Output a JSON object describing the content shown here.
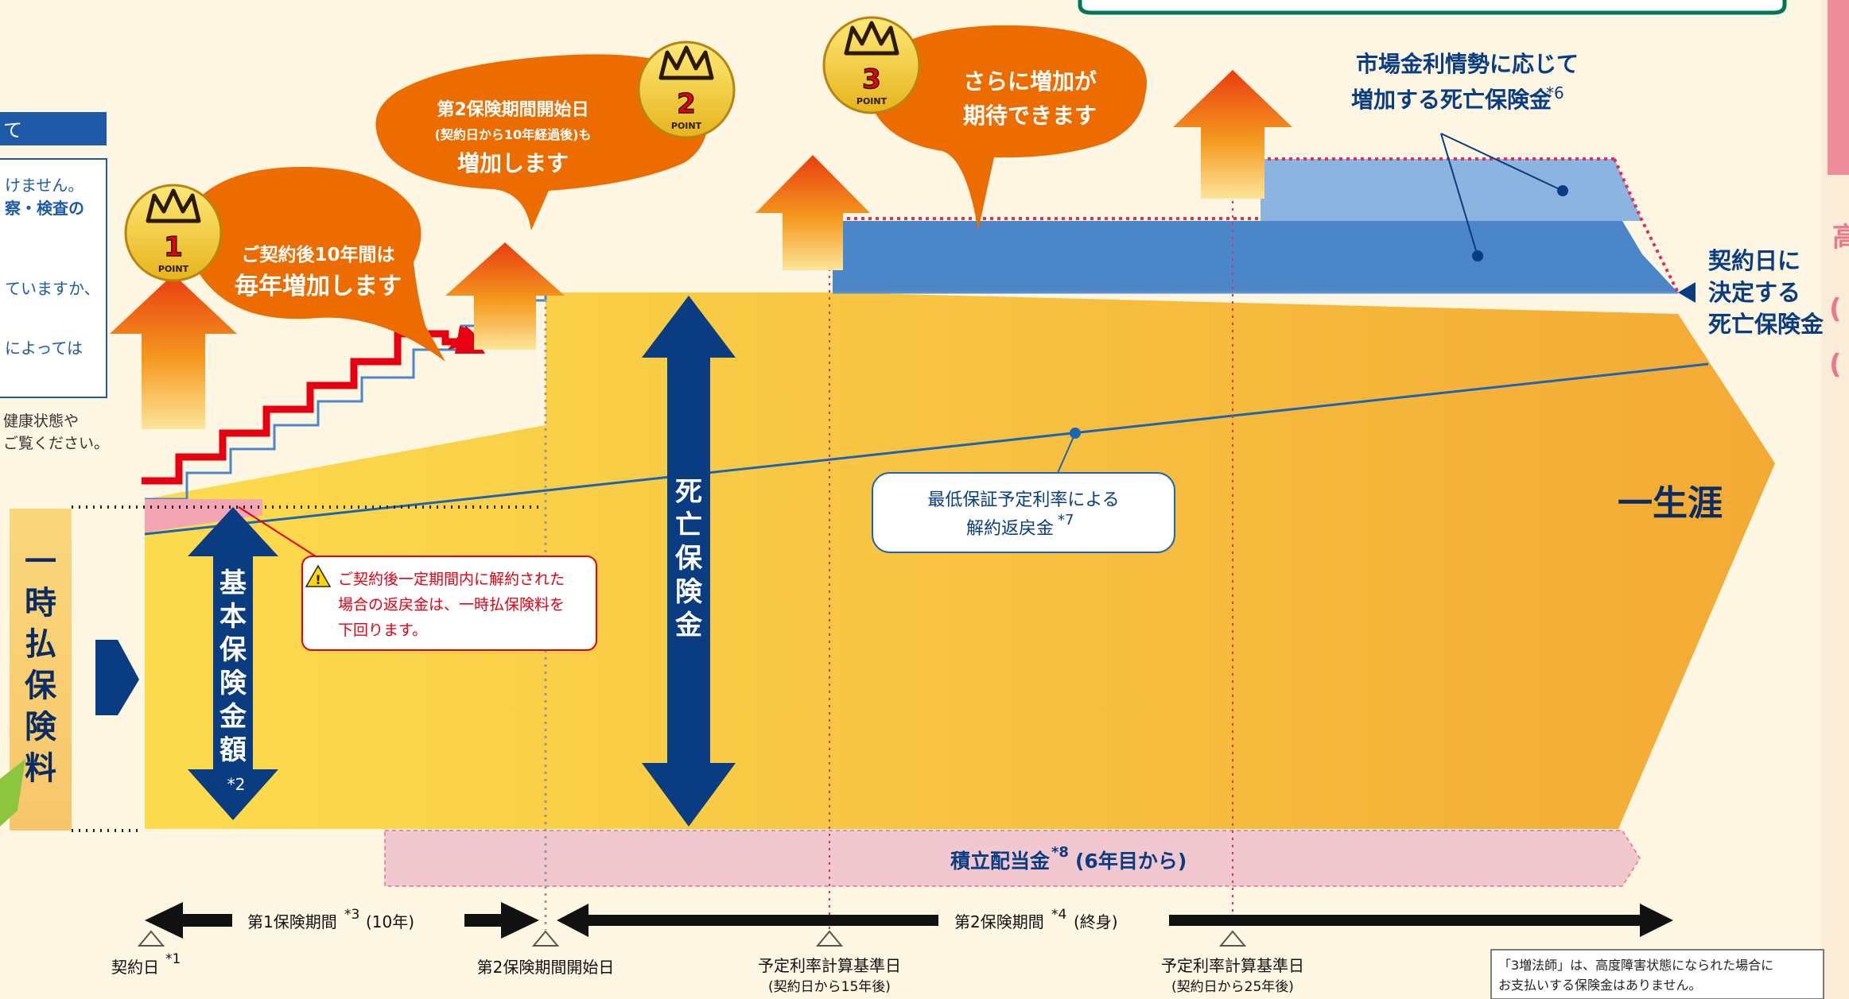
{
  "top_info": {
    "header_fragment": "て",
    "lines": [
      "けません。",
      "察・検査の",
      "ていますか、",
      "によっては"
    ],
    "below_lines": [
      "健康状態や",
      "ご覧ください。"
    ]
  },
  "points": {
    "p1": {
      "num": "1",
      "word": "POINT",
      "line1": "ご契約後10年間は",
      "line2": "毎年増加します"
    },
    "p2": {
      "num": "2",
      "word": "POINT",
      "line1": "第2保険期間開始日",
      "line2": "(契約日から10年経過後)も",
      "line3": "増加します"
    },
    "p3": {
      "num": "3",
      "word": "POINT",
      "line1": "さらに増加が",
      "line2": "期待できます"
    }
  },
  "market_label": {
    "line1": "市場金利情勢に応じて",
    "line2": "増加する死亡保険金",
    "note": "*6"
  },
  "decided_label": {
    "line1": "契約日に",
    "line2": "決定する",
    "line3": "死亡保険金"
  },
  "lifetime": "一生涯",
  "premium_label": [
    "一",
    "時",
    "払",
    "保",
    "険",
    "料"
  ],
  "base_amount": {
    "chars": [
      "基",
      "本",
      "保",
      "険",
      "金",
      "額"
    ],
    "note": "*2"
  },
  "death_benefit": [
    "死",
    "亡",
    "保",
    "険",
    "金"
  ],
  "refund_label": {
    "line1": "最低保証予定利率による",
    "line2": "解約返戻金",
    "note": "*7"
  },
  "warning": {
    "line1": "ご契約後一定期間内に解約された",
    "line2": "場合の返戻金は、一時払保険料を",
    "line3": "下回ります。"
  },
  "dividend": {
    "text": "積立配当金",
    "note": "*8",
    "suffix": "(6年目から)"
  },
  "period1": {
    "text": "第1保険期間",
    "note": "*3",
    "suffix": "(10年)"
  },
  "period2": {
    "text": "第2保険期間",
    "note": "*4",
    "suffix": "(終身)"
  },
  "timeline": {
    "contract_day": {
      "text": "契約日",
      "note": "*1"
    },
    "second_start": "第2保険期間開始日",
    "rate_day_15": {
      "line1": "予定利率計算基準日",
      "line2": "(契約日から15年後)"
    },
    "rate_day_25": {
      "line1": "予定利率計算基準日",
      "line2": "(契約日から25年後)"
    }
  },
  "footnote": {
    "line1": "「3増法師」は、高度障害状態になられた場合に",
    "line2": "お支払いする保険金はありません。"
  },
  "colors": {
    "orange": "#ec6c00",
    "yellow_light": "#fbd84a",
    "yellow_dark": "#f4ac32",
    "navy": "#0a3c82",
    "blue_mid": "#4a86c8",
    "blue_light": "#8cb4e0",
    "pink": "#f2c8d0",
    "red": "#e60012",
    "green": "#00775a"
  },
  "icons": [
    "coin-crown-icon",
    "warning-icon",
    "arrow-left-icon",
    "arrow-right-icon"
  ]
}
